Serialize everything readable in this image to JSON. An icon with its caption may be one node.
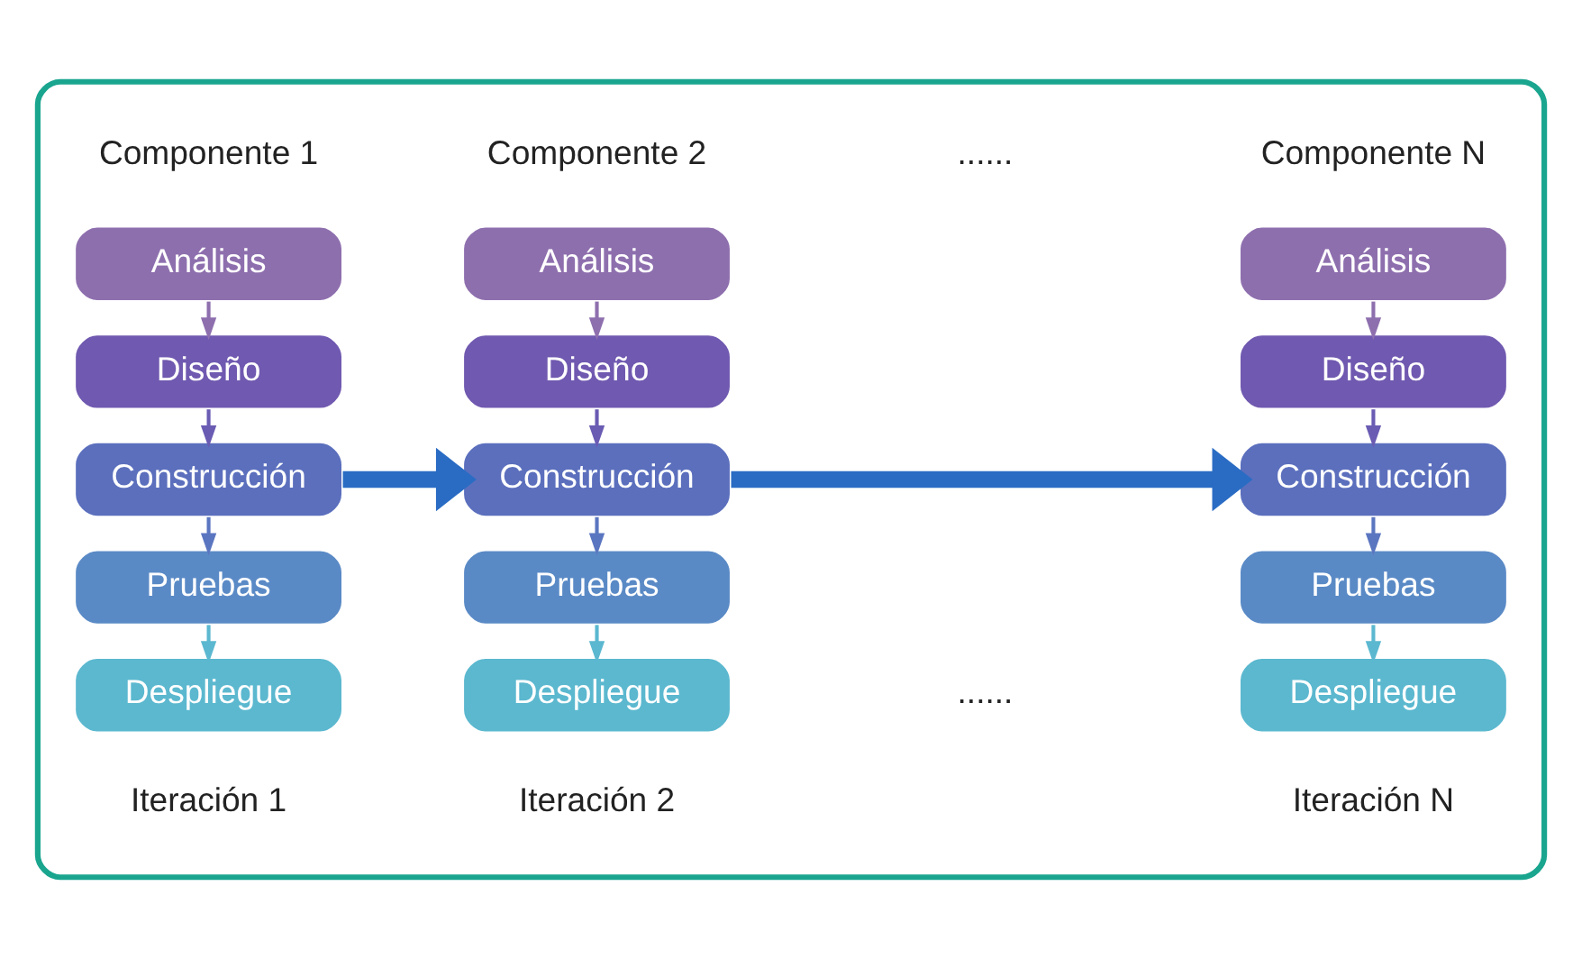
{
  "diagram": {
    "nodes": [
      {
        "text": [],
        "shape": "box"
      },
      {
        "text": [
          "Análisis"
        ],
        "in": 0
      },
      {
        "text": [
          "Diseño"
        ],
        "in": 0
      },
      {
        "text": [
          "Construcción"
        ],
        "in": 0
      },
      {
        "text": [
          "Pruebas"
        ],
        "in": 0
      },
      {
        "text": [
          "Despliegue"
        ],
        "in": 0
      },
      {
        "text": [
          "Análisis"
        ],
        "in": 0
      },
      {
        "text": [
          "Diseño"
        ],
        "in": 0
      },
      {
        "text": [
          "Construcción"
        ],
        "in": 0
      },
      {
        "text": [
          "Pruebas"
        ],
        "in": 0
      },
      {
        "text": [
          "Despliegue"
        ],
        "in": 0
      },
      {
        "text": [
          "Análisis"
        ],
        "in": 0
      },
      {
        "text": [
          "Diseño"
        ],
        "in": 0
      },
      {
        "text": [
          "Construcción"
        ],
        "in": 0
      },
      {
        "text": [
          "Pruebas"
        ],
        "in": 0
      },
      {
        "text": [
          "Despliegue"
        ],
        "in": 0
      }
    ],
    "edges": [
      {
        "from": 1,
        "to": 2,
        "arrow": "to",
        "color": "#8e6fae"
      },
      {
        "from": 2,
        "to": 3,
        "arrow": "to",
        "color": "#6a5bb3"
      },
      {
        "from": 3,
        "to": 4,
        "arrow": "to",
        "color": "#5b76c0"
      },
      {
        "from": 4,
        "to": 5,
        "arrow": "to",
        "color": "#5bb8d0"
      },
      {
        "from": 6,
        "to": 7,
        "arrow": "to",
        "color": "#8e6fae"
      },
      {
        "from": 7,
        "to": 8,
        "arrow": "to",
        "color": "#6a5bb3"
      },
      {
        "from": 8,
        "to": 9,
        "arrow": "to",
        "color": "#5b76c0"
      },
      {
        "from": 9,
        "to": 10,
        "arrow": "to",
        "color": "#5bb8d0"
      },
      {
        "from": 11,
        "to": 12,
        "arrow": "to",
        "color": "#8e6fae"
      },
      {
        "from": 12,
        "to": 13,
        "arrow": "to",
        "color": "#6a5bb3"
      },
      {
        "from": 13,
        "to": 14,
        "arrow": "to",
        "color": "#5b76c0"
      },
      {
        "from": 14,
        "to": 15,
        "arrow": "to",
        "color": "#5bb8d0"
      },
      {
        "from": 3,
        "to": 8,
        "arrow": "to",
        "style": "thick",
        "color": "#2a6cc4"
      },
      {
        "from": 8,
        "to": 13,
        "arrow": "to",
        "style": "thick",
        "color": "#2a6cc4"
      }
    ],
    "labels": [
      "Componente 1",
      "Componente 2",
      "......",
      "Componente N",
      "......",
      "Iteración 1",
      "Iteración 2",
      "Iteración N"
    ]
  }
}
